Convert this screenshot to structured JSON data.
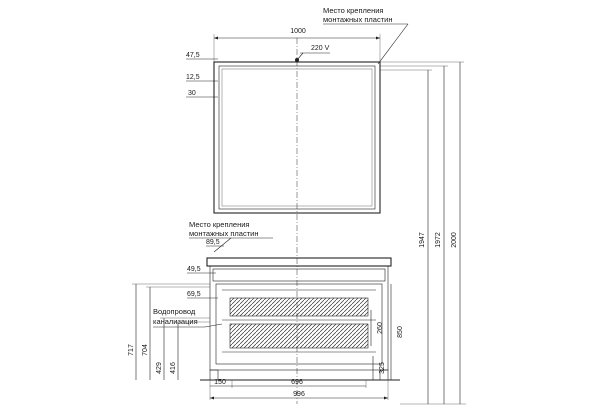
{
  "notes": {
    "mount_top_line1": "Место крепления",
    "mount_top_line2": "монтажных пластин",
    "mount_mid_line1": "Место крепления",
    "mount_mid_line2": "монтажных пластин",
    "drain_line1": "Водопровод",
    "drain_line2": "канализация",
    "power": "220 V"
  },
  "dimensions": {
    "mirror_width": "1000",
    "d_47_5": "47,5",
    "d_12_5": "12,5",
    "d_30": "30",
    "d_89_5": "89,5",
    "d_49_5": "49,5",
    "d_69_5": "69,5",
    "h_717": "717",
    "h_704": "704",
    "h_429": "429",
    "h_416": "416",
    "h_260": "260",
    "h_850": "850",
    "h_325": "325",
    "h_1947": "1947",
    "h_1972": "1972",
    "h_2000": "2000",
    "w_150": "150",
    "w_696": "696",
    "w_996": "996"
  }
}
